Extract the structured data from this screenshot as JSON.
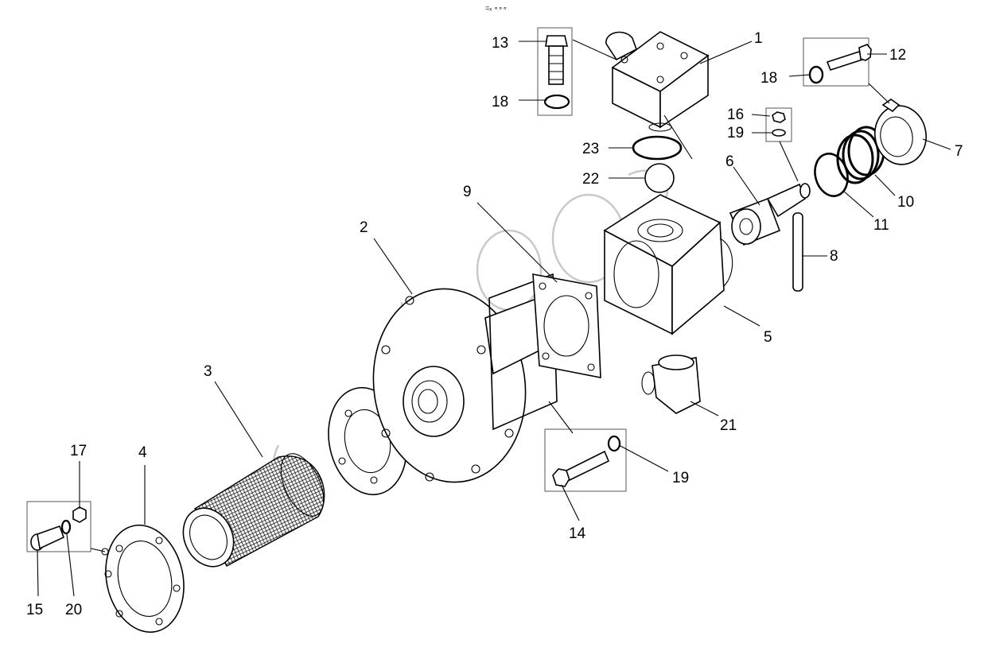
{
  "header_mark": "=ₓ ∘∘∘",
  "labels": {
    "p1": "1",
    "p2": "2",
    "p3": "3",
    "p4": "4",
    "p5": "5",
    "p6": "6",
    "p7": "7",
    "p8": "8",
    "p9": "9",
    "p10": "10",
    "p11": "11",
    "p12": "12",
    "p13": "13",
    "p14": "14",
    "p15": "15",
    "p16": "16",
    "p17": "17",
    "p18a": "18",
    "p18b": "18",
    "p19a": "19",
    "p19b": "19",
    "p20": "20",
    "p21": "21",
    "p22": "22",
    "p23": "23"
  }
}
